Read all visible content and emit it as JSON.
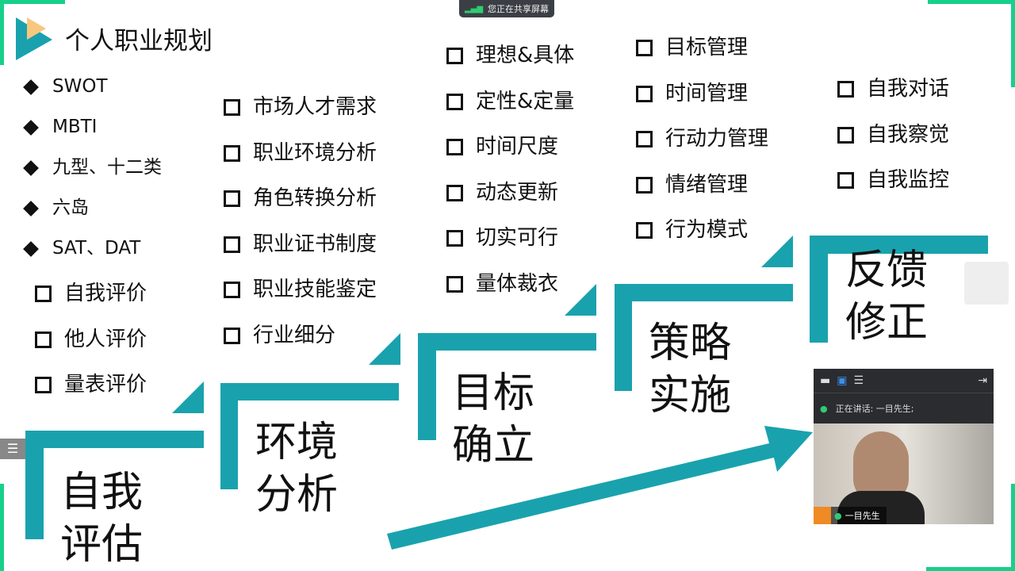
{
  "share_banner": "您正在共享屏幕",
  "title": "个人职业规划",
  "col1": {
    "tools": [
      "SWOT",
      "MBTI",
      "九型、十二类",
      "六岛",
      "SAT、DAT"
    ],
    "evals": [
      "自我评价",
      "他人评价",
      "量表评价"
    ]
  },
  "col2": [
    "市场人才需求",
    "职业环境分析",
    "角色转换分析",
    "职业证书制度",
    "职业技能鉴定",
    "行业细分"
  ],
  "col3": [
    "理想&具体",
    "定性&定量",
    "时间尺度",
    "动态更新",
    "切实可行",
    "量体裁衣"
  ],
  "col4": [
    "目标管理",
    "时间管理",
    "行动力管理",
    "情绪管理",
    "行为模式"
  ],
  "col5": [
    "自我对话",
    "自我察觉",
    "自我监控"
  ],
  "steps": [
    {
      "l1": "自我",
      "l2": "评估"
    },
    {
      "l1": "环境",
      "l2": "分析"
    },
    {
      "l1": "目标",
      "l2": "确立"
    },
    {
      "l1": "策略",
      "l2": "实施"
    },
    {
      "l1": "反馈",
      "l2": "修正"
    }
  ],
  "video": {
    "speaking": "正在讲话:  一目先生;",
    "name": "一目先生"
  },
  "colors": {
    "teal": "#19a2ad",
    "green": "#17d08a"
  }
}
